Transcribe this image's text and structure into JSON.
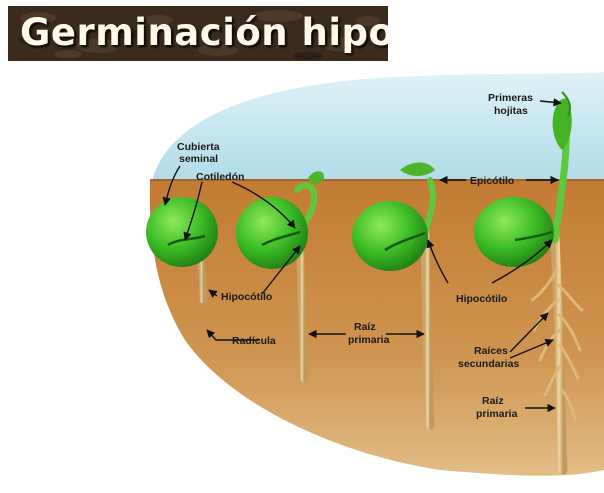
{
  "title": "Germinación hipogea",
  "labels": {
    "cubierta_line1": "Cubierta",
    "cubierta_line2": "seminal",
    "cotiledon": "Cotiledón",
    "primeras_line1": "Primeras",
    "primeras_line2": "hojitas",
    "epicotilo": "Epicótilo",
    "hipocotilo_left": "Hipocótilo",
    "hipocotilo_right": "Hipocótilo",
    "radicula": "Radícula",
    "raiz_primaria_mid_line1": "Raíz",
    "raiz_primaria_mid_line2": "primaria",
    "raices_line1": "Raíces",
    "raices_line2": "secundarias",
    "raiz_primaria_right_line1": "Raíz",
    "raiz_primaria_right_line2": "primaria"
  },
  "colors": {
    "sky": "#bfe3ee",
    "soil": "#c98a45",
    "seed": "#3fbf2b",
    "root": "#e2c28a",
    "title_bg": "#3a2a1c",
    "title_text": "#fffbe8"
  }
}
